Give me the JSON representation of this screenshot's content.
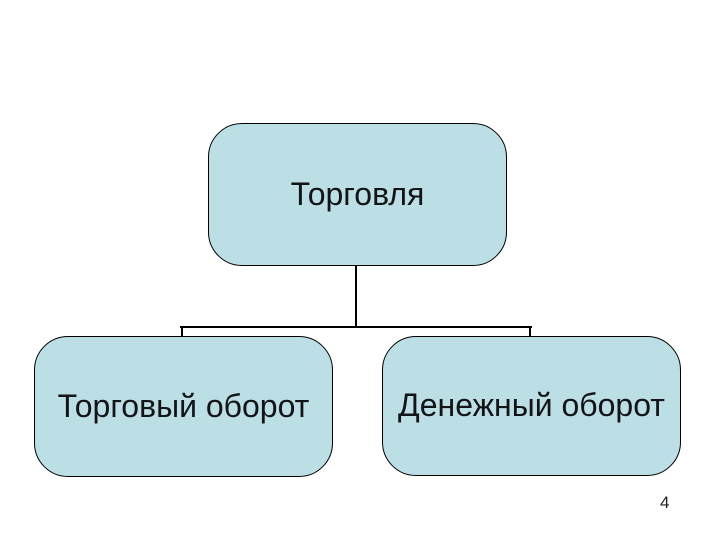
{
  "slide": {
    "background_color": "#ffffff",
    "page_number": "4"
  },
  "diagram": {
    "type": "hierarchy",
    "node_fill_color": "#bcdee5",
    "node_border_color": "#000000",
    "node_text_color": "#121417",
    "connector_color": "#000000",
    "nodes": [
      {
        "id": "trade",
        "label": "Торговля",
        "level": 1,
        "parent": null
      },
      {
        "id": "trade-turnover",
        "label": "Торговый оборот",
        "level": 2,
        "parent": "trade"
      },
      {
        "id": "money-turnover",
        "label": "Денежный оборот",
        "level": 2,
        "parent": "trade"
      }
    ]
  }
}
